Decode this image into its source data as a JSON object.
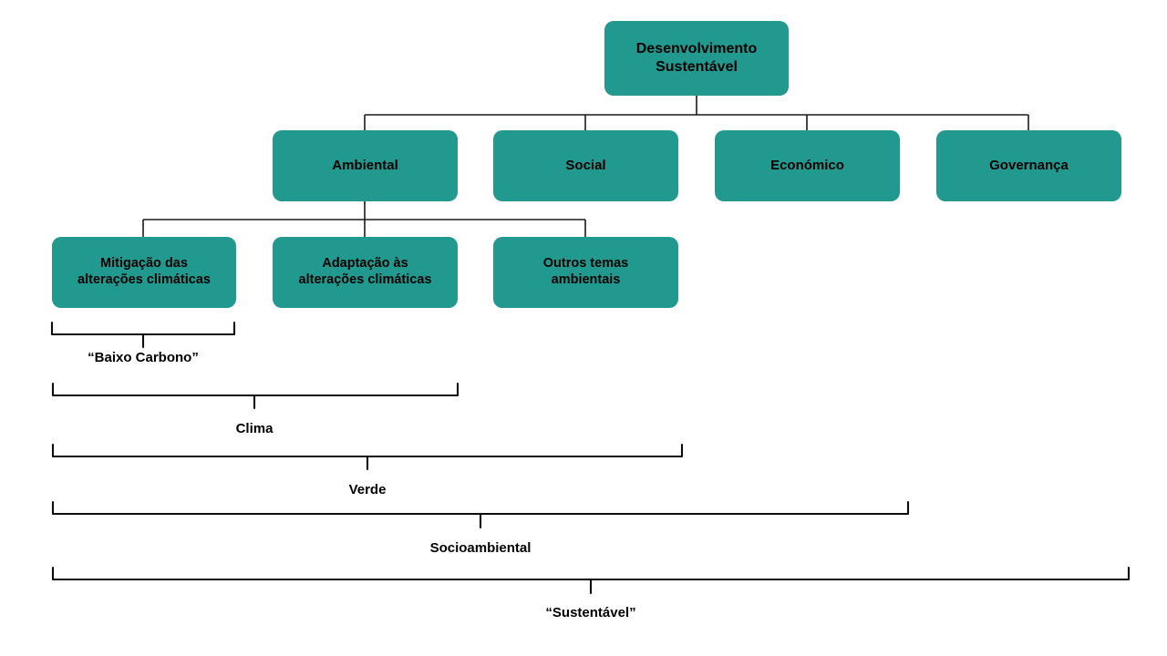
{
  "diagram": {
    "title_text": "Desenvolvimento Sustentável",
    "accent_color": "#21998F",
    "line_color": "#000000",
    "text_color": "#000000",
    "background_color": "#FFFFFF",
    "levels": {
      "level1": [
        {
          "id": "desenvolvimento-sustentavel",
          "label": "Desenvolvimento\nSustentável"
        }
      ],
      "level2": [
        {
          "id": "ambiental",
          "label": "Ambiental"
        },
        {
          "id": "social",
          "label": "Social"
        },
        {
          "id": "economico",
          "label": "Económico"
        },
        {
          "id": "governanca",
          "label": "Governança"
        }
      ],
      "level3": [
        {
          "id": "mitigacao",
          "label": "Mitigação das\nalterações climáticas"
        },
        {
          "id": "adaptacao",
          "label": "Adaptação às\nalterações climáticas"
        },
        {
          "id": "outros-temas",
          "label": "Outros temas\nambientais"
        }
      ]
    },
    "brackets": [
      {
        "id": "baixo-carbono",
        "label": "“Baixo Carbono”"
      },
      {
        "id": "clima",
        "label": "Clima"
      },
      {
        "id": "verde",
        "label": "Verde"
      },
      {
        "id": "socioambiental",
        "label": "Socioambiental"
      },
      {
        "id": "sustentavel",
        "label": "“Sustentável”"
      }
    ]
  }
}
